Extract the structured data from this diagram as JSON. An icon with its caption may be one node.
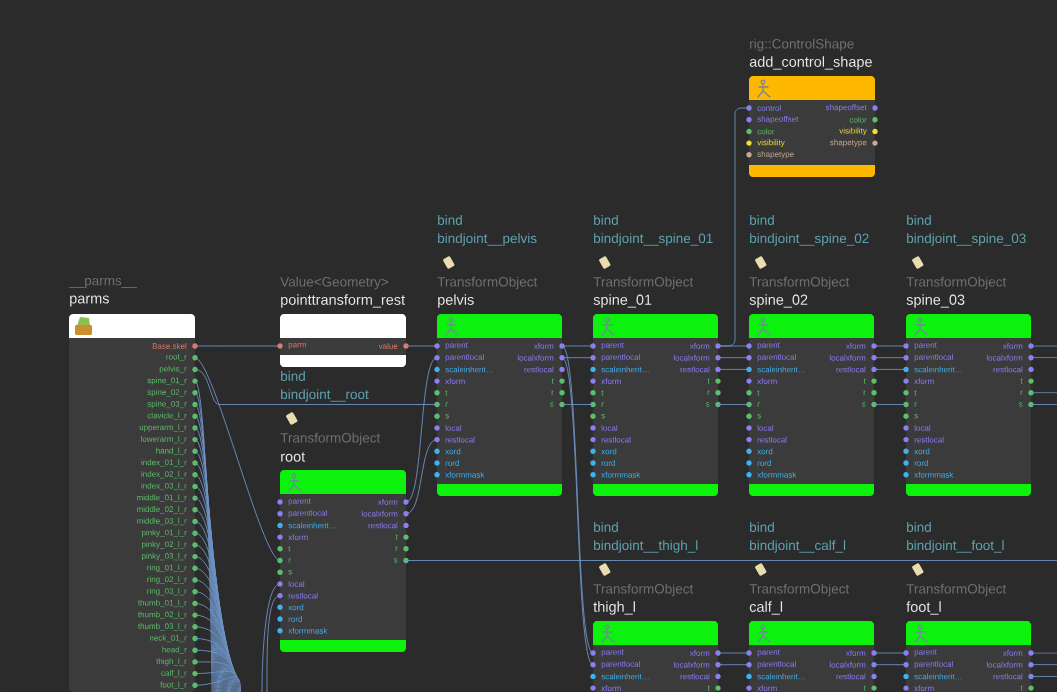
{
  "diagram": {
    "nodes": [
      {
        "text": [
          "__parms__",
          "parms",
          "Base.skel",
          "root_r",
          "pelvis_r",
          "spine_01_r",
          "spine_02_r",
          "spine_03_r",
          "clavicle_l_r",
          "upperarm_l_r",
          "lowerarm_l_r",
          "hand_l_r",
          "index_01_l_r",
          "index_02_l_r",
          "index_03_l_r",
          "middle_01_l_r",
          "middle_02_l_r",
          "middle_03_l_r",
          "pinky_01_l_r",
          "pinky_02_l_r",
          "pinky_03_l_r",
          "ring_01_l_r",
          "ring_02_l_r",
          "ring_03_l_r",
          "thumb_01_l_r",
          "thumb_02_l_r",
          "thumb_03_l_r",
          "neck_01_r",
          "head_r",
          "thigh_l_r",
          "calf_l_r",
          "foot_l_r"
        ]
      },
      {
        "text": [
          "Value<Geometry>",
          "pointtransform_rest",
          "parm",
          "value"
        ]
      },
      {
        "text": [
          "TransformObject",
          "root",
          "parent",
          "xform",
          "parentlocal",
          "localxform",
          "scaleinherit…",
          "restlocal",
          "xform",
          "t",
          "t",
          "r",
          "r",
          "s",
          "s",
          "local",
          "restlocal",
          "xord",
          "rord",
          "xformmask"
        ],
        "beside": [
          "bind",
          "bindjoint__root"
        ]
      },
      {
        "text": [
          "rig::ControlShape",
          "add_control_shape",
          "control",
          "shapeoffset",
          "shapeoffset",
          "color",
          "color",
          "visibility",
          "visibility",
          "shapetype",
          "shapetype"
        ]
      },
      {
        "text": [
          "TransformObject",
          "pelvis",
          "parent",
          "xform",
          "parentlocal",
          "localxform",
          "scaleinherit…",
          "restlocal",
          "xform",
          "t",
          "t",
          "r",
          "r",
          "s",
          "s",
          "local",
          "restlocal",
          "xord",
          "rord",
          "xformmask"
        ],
        "beside": [
          "bind",
          "bindjoint__pelvis"
        ]
      },
      {
        "text": [
          "TransformObject",
          "spine_01",
          "parent",
          "xform",
          "parentlocal",
          "localxform",
          "scaleinherit…",
          "restlocal",
          "xform",
          "t",
          "t",
          "r",
          "r",
          "s",
          "s",
          "local",
          "restlocal",
          "xord",
          "rord",
          "xformmask"
        ],
        "beside": [
          "bind",
          "bindjoint__spine_01"
        ]
      },
      {
        "text": [
          "TransformObject",
          "spine_02",
          "parent",
          "xform",
          "parentlocal",
          "localxform",
          "scaleinherit…",
          "restlocal",
          "xform",
          "t",
          "t",
          "r",
          "r",
          "s",
          "s",
          "local",
          "restlocal",
          "xord",
          "rord",
          "xformmask"
        ],
        "beside": [
          "bind",
          "bindjoint__spine_02"
        ]
      },
      {
        "text": [
          "TransformObject",
          "spine_03",
          "parent",
          "xform",
          "parentlocal",
          "localxform",
          "scaleinherit…",
          "restlocal",
          "xform",
          "t",
          "t",
          "r",
          "r",
          "s",
          "s",
          "local",
          "restlocal",
          "xord",
          "rord",
          "xformmask"
        ],
        "beside": [
          "bind",
          "bindjoint__spine_03"
        ]
      },
      {
        "text": [
          "TransformObject",
          "thigh_l",
          "parent",
          "xform",
          "parentlocal",
          "localxform",
          "scaleinherit…",
          "restlocal",
          "xform",
          "t"
        ],
        "beside": [
          "bind",
          "bindjoint__thigh_l"
        ]
      },
      {
        "text": [
          "TransformObject",
          "calf_l",
          "parent",
          "xform",
          "parentlocal",
          "localxform",
          "scaleinherit…",
          "restlocal",
          "xform",
          "t"
        ],
        "beside": [
          "bind",
          "bindjoint__calf_l"
        ]
      },
      {
        "text": [
          "TransformObject",
          "foot_l",
          "parent",
          "xform",
          "parentlocal",
          "localxform",
          "scaleinherit…",
          "restlocal",
          "xform",
          "t"
        ],
        "beside": [
          "bind",
          "bindjoint__foot_l"
        ]
      }
    ],
    "edges": [
      {
        "from": 0,
        "to": 1,
        "arrow": "none"
      },
      {
        "from": 1,
        "to": 4,
        "arrow": "none"
      },
      {
        "from": 2,
        "to": 4,
        "arrow": "none"
      },
      {
        "from": 2,
        "to": 4,
        "arrow": "none"
      },
      {
        "from": 0,
        "to": 2,
        "arrow": "none"
      },
      {
        "from": 0,
        "to": 4,
        "arrow": "none"
      },
      {
        "from": 4,
        "to": 5,
        "arrow": "none"
      },
      {
        "from": 4,
        "to": 5,
        "arrow": "none"
      },
      {
        "from": 4,
        "to": 5,
        "arrow": "none"
      },
      {
        "from": 4,
        "to": 8,
        "arrow": "none"
      },
      {
        "from": 4,
        "to": 8,
        "arrow": "none"
      },
      {
        "from": 5,
        "to": 3,
        "arrow": "none"
      },
      {
        "from": 5,
        "to": 6,
        "arrow": "none"
      },
      {
        "from": 5,
        "to": 6,
        "arrow": "none"
      },
      {
        "from": 5,
        "to": 6,
        "arrow": "none"
      },
      {
        "from": 5,
        "to": 6,
        "arrow": "none"
      },
      {
        "from": 6,
        "to": 7,
        "arrow": "none"
      },
      {
        "from": 6,
        "to": 7,
        "arrow": "none"
      },
      {
        "from": 6,
        "to": 7,
        "arrow": "none"
      },
      {
        "from": 6,
        "to": 7,
        "arrow": "none"
      },
      {
        "from": 8,
        "to": 9,
        "arrow": "none"
      },
      {
        "from": 8,
        "to": 9,
        "arrow": "none"
      },
      {
        "from": 9,
        "to": 10,
        "arrow": "none"
      },
      {
        "from": 9,
        "to": 10,
        "arrow": "none"
      },
      {
        "from": 7,
        "to": null,
        "arrow": "none"
      },
      {
        "from": 7,
        "to": null,
        "arrow": "none"
      },
      {
        "from": 7,
        "to": null,
        "arrow": "none"
      },
      {
        "from": 7,
        "to": null,
        "arrow": "none"
      },
      {
        "from": 10,
        "to": null,
        "arrow": "none"
      },
      {
        "from": 10,
        "to": null,
        "arrow": "none"
      },
      {
        "from": 10,
        "to": null,
        "arrow": "none"
      },
      {
        "from": 2,
        "to": null,
        "arrow": "none"
      },
      {
        "from": 0,
        "to": null,
        "arrow": "none"
      },
      {
        "from": 0,
        "to": null,
        "arrow": "none"
      },
      {
        "from": 0,
        "to": null,
        "arrow": "none"
      },
      {
        "from": 0,
        "to": null,
        "arrow": "none"
      },
      {
        "from": 0,
        "to": null,
        "arrow": "none"
      },
      {
        "from": 0,
        "to": null,
        "arrow": "none"
      },
      {
        "from": 0,
        "to": null,
        "arrow": "none"
      },
      {
        "from": 0,
        "to": null,
        "arrow": "none"
      },
      {
        "from": 0,
        "to": null,
        "arrow": "none"
      },
      {
        "from": 0,
        "to": null,
        "arrow": "none"
      },
      {
        "from": 0,
        "to": null,
        "arrow": "none"
      },
      {
        "from": 0,
        "to": null,
        "arrow": "none"
      },
      {
        "from": 0,
        "to": null,
        "arrow": "none"
      },
      {
        "from": 0,
        "to": null,
        "arrow": "none"
      },
      {
        "from": 0,
        "to": null,
        "arrow": "none"
      },
      {
        "from": 0,
        "to": null,
        "arrow": "none"
      },
      {
        "from": 0,
        "to": null,
        "arrow": "none"
      },
      {
        "from": 0,
        "to": null,
        "arrow": "none"
      },
      {
        "from": 0,
        "to": null,
        "arrow": "none"
      },
      {
        "from": 0,
        "to": null,
        "arrow": "none"
      },
      {
        "from": 0,
        "to": null,
        "arrow": "none"
      },
      {
        "from": 0,
        "to": null,
        "arrow": "none"
      },
      {
        "from": 0,
        "to": null,
        "arrow": "none"
      },
      {
        "from": 0,
        "to": null,
        "arrow": "none"
      },
      {
        "from": 0,
        "to": null,
        "arrow": "none"
      },
      {
        "from": 0,
        "to": null,
        "arrow": "none"
      },
      {
        "from": 0,
        "to": null,
        "arrow": "none"
      },
      {
        "from": null,
        "to": 2,
        "arrow": "none"
      },
      {
        "from": null,
        "to": 2,
        "arrow": "none"
      }
    ]
  }
}
